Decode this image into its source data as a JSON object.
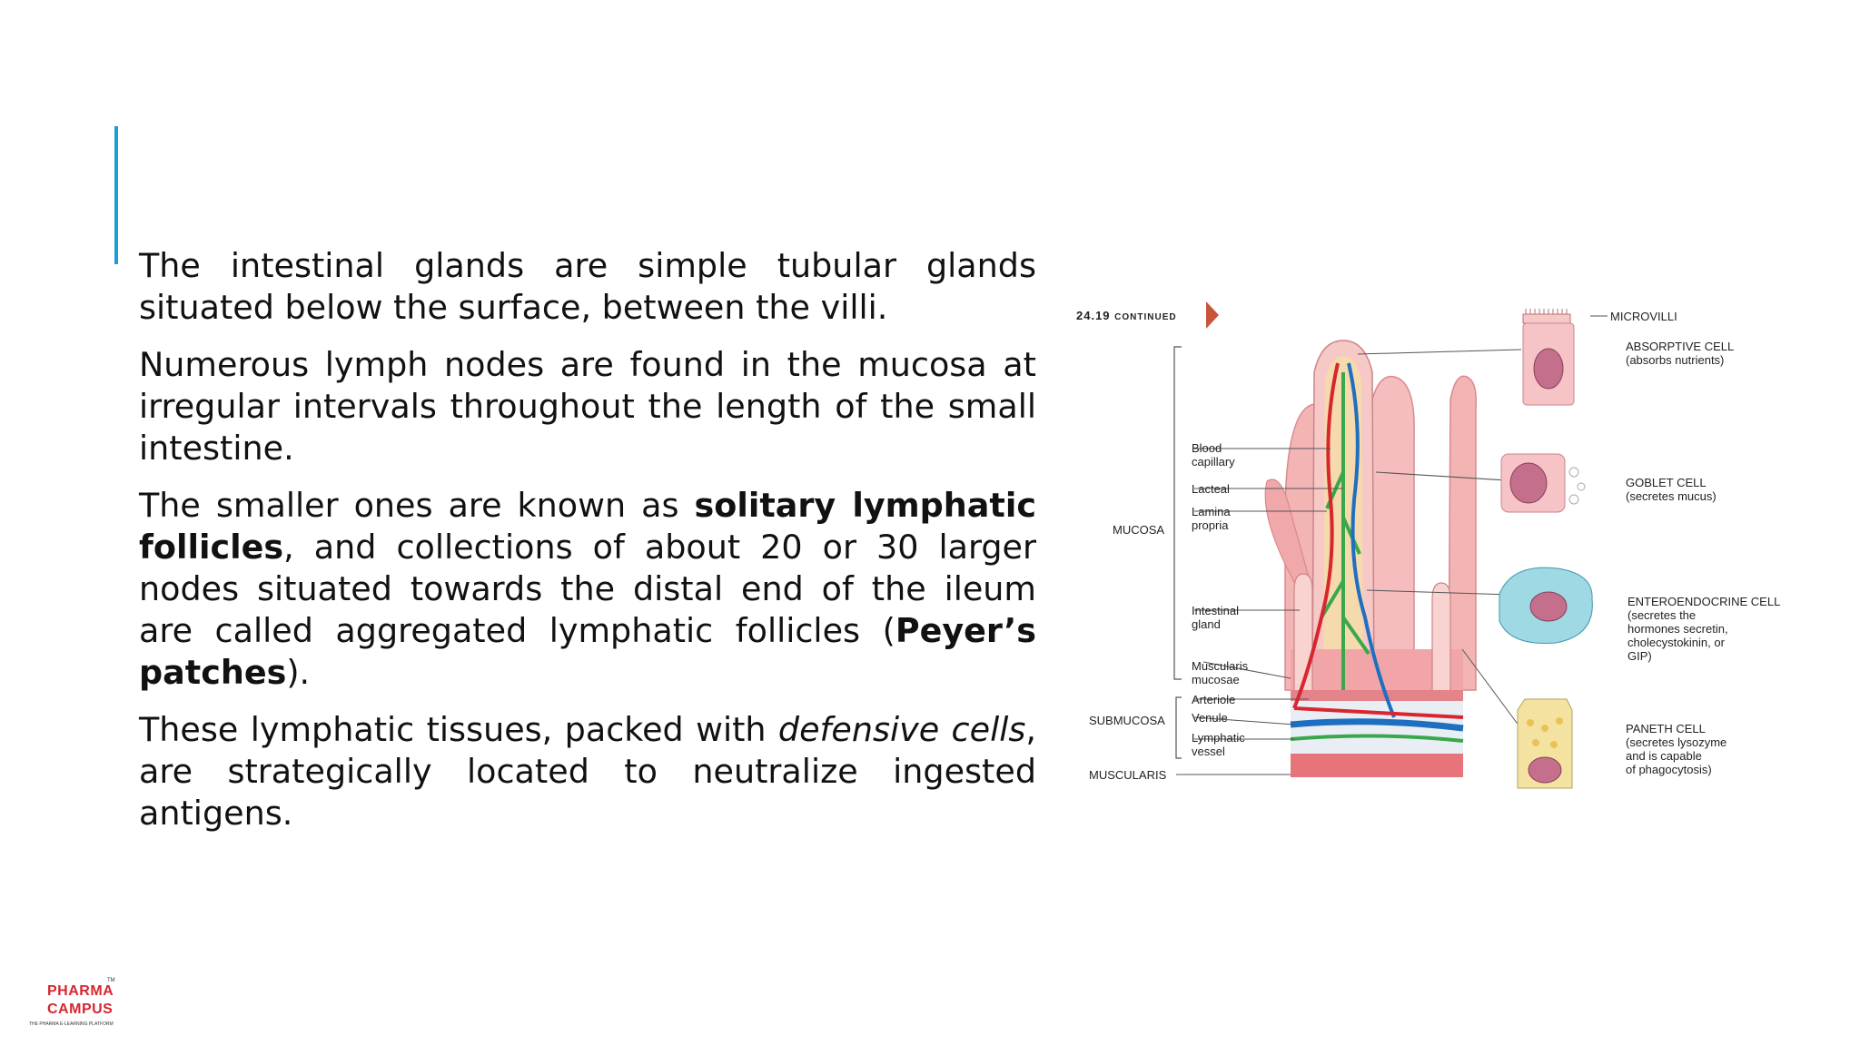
{
  "paragraphs": {
    "p1": "The intestinal glands are simple tubular glands situated below the surface, between the villi.",
    "p2": "Numerous lymph nodes are found in the mucosa at irregular intervals throughout the length of the small intestine.",
    "p3": {
      "before": "The smaller ones are known as ",
      "bold1": "solitary lymphatic follicles",
      "middle": ", and collections of about 20 or 30 larger nodes situated towards the distal end of the ileum are called aggregated lymphatic follicles (",
      "bold2": "Peyer’s patches",
      "after": ")."
    },
    "p4": {
      "before": "These lymphatic tissues, packed with ",
      "italic": "defensive cells",
      "after": ", are strategically located to neutralize ingested antigens."
    }
  },
  "figure": {
    "header_number": "24.19",
    "header_word": "CONTINUED",
    "layer_labels": {
      "mucosa": "MUCOSA",
      "submucosa": "SUBMUCOSA",
      "muscularis": "MUSCULARIS"
    },
    "structure_labels": {
      "blood_capillary_1": "Blood",
      "blood_capillary_2": "capillary",
      "lacteal": "Lacteal",
      "lamina_propria_1": "Lamina",
      "lamina_propria_2": "propria",
      "intestinal_gland_1": "Intestinal",
      "intestinal_gland_2": "gland",
      "muscularis_mucosae_1": "Muscularis",
      "muscularis_mucosae_2": "mucosae",
      "arteriole": "Arteriole",
      "venule": "Venule",
      "lymphatic_vessel_1": "Lymphatic",
      "lymphatic_vessel_2": "vessel"
    },
    "cell_labels": {
      "microvilli": "MICROVILLI",
      "absorptive_title": "ABSORPTIVE CELL",
      "absorptive_desc": "(absorbs nutrients)",
      "goblet_title": "GOBLET CELL",
      "goblet_desc": "(secretes mucus)",
      "entero_title": "ENTEROENDOCRINE CELL",
      "entero_desc_1": "(secretes the",
      "entero_desc_2": "hormones secretin,",
      "entero_desc_3": "cholecystokinin, or",
      "entero_desc_4": "GIP)",
      "paneth_title": "PANETH CELL",
      "paneth_desc_1": "(secretes lysozyme",
      "paneth_desc_2": "and is capable",
      "paneth_desc_3": "of phagocytosis)"
    },
    "colors": {
      "tissue": "#f2a5a8",
      "epithelium": "#f7c9c6",
      "artery": "#d8262f",
      "vein": "#1f6fc0",
      "lymph": "#3aa84a",
      "yellow": "#f4e3a0",
      "cyan_cell": "#9fd9e4"
    }
  },
  "logo": {
    "line1": "PHARMA",
    "line2": "CAMPUS",
    "tagline": "THE PHARMA E-LEARNING PLATFORM",
    "tm": "TM"
  },
  "accent_color": "#1e9bd7"
}
